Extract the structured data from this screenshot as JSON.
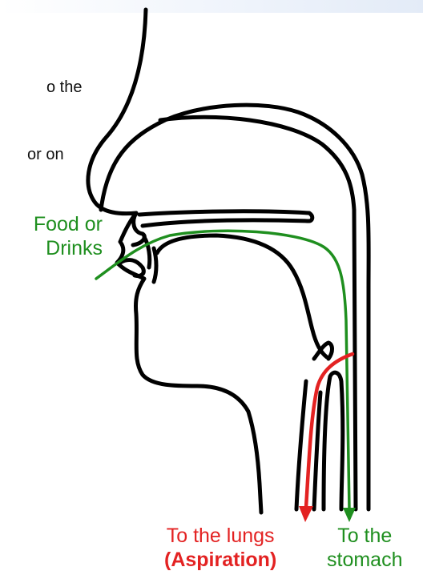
{
  "fragments": {
    "line1": "o the",
    "line2": "or on"
  },
  "labels": {
    "food": {
      "line1": "Food or",
      "line2": "Drinks"
    },
    "lungs": {
      "line1": "To the lungs",
      "line2": "(Aspiration)"
    },
    "stomach": {
      "line1": "To the",
      "line2": "stomach"
    }
  },
  "colors": {
    "outline": "#000000",
    "food_path": "#1f8f1f",
    "aspiration_path": "#e32222"
  }
}
